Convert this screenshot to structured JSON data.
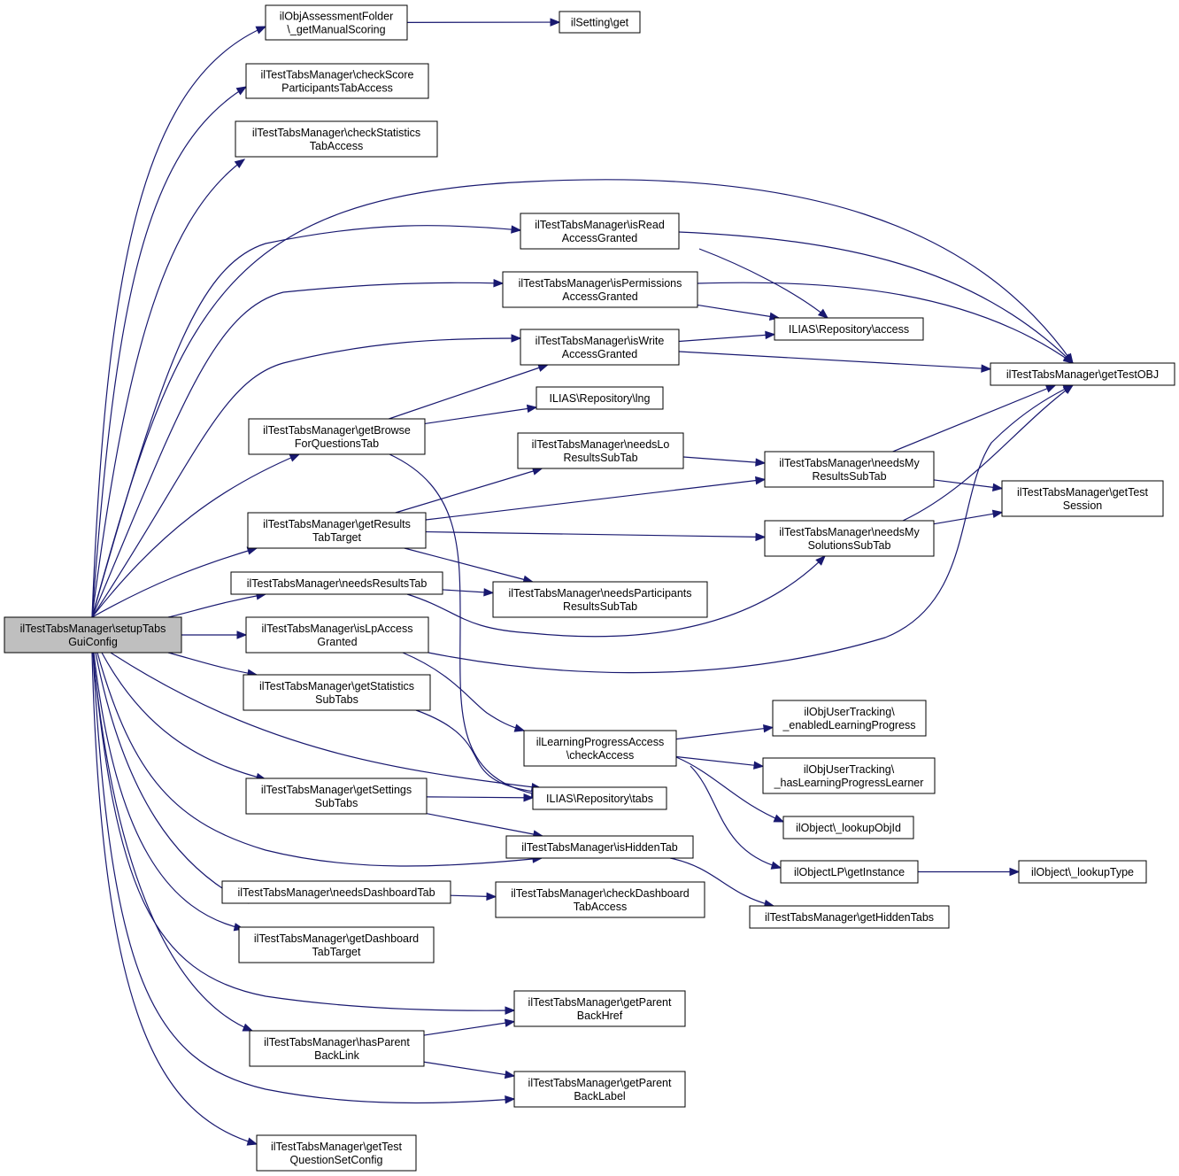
{
  "colors": {
    "edge": "#191970",
    "root_fill": "#bfbfbf",
    "node_fill": "#ffffff",
    "border": "#000000"
  },
  "nodes": [
    {
      "id": "root",
      "lines": [
        "ilTestTabsManager\\setupTabs",
        "GuiConfig"
      ],
      "root": true
    },
    {
      "id": "n_manualScoring",
      "lines": [
        "ilObjAssessmentFolder",
        "\\_getManualScoring"
      ]
    },
    {
      "id": "n_settingGet",
      "lines": [
        "ilSetting\\get"
      ]
    },
    {
      "id": "n_checkScore",
      "lines": [
        "ilTestTabsManager\\checkScore",
        "ParticipantsTabAccess"
      ]
    },
    {
      "id": "n_checkStatistics",
      "lines": [
        "ilTestTabsManager\\checkStatistics",
        "TabAccess"
      ]
    },
    {
      "id": "n_isRead",
      "lines": [
        "ilTestTabsManager\\isRead",
        "AccessGranted"
      ]
    },
    {
      "id": "n_isPermissions",
      "lines": [
        "ilTestTabsManager\\isPermissions",
        "AccessGranted"
      ]
    },
    {
      "id": "n_access",
      "lines": [
        "ILIAS\\Repository\\access"
      ]
    },
    {
      "id": "n_isWrite",
      "lines": [
        "ilTestTabsManager\\isWrite",
        "AccessGranted"
      ]
    },
    {
      "id": "n_getTestOBJ",
      "lines": [
        "ilTestTabsManager\\getTestOBJ"
      ]
    },
    {
      "id": "n_lng",
      "lines": [
        "ILIAS\\Repository\\lng"
      ]
    },
    {
      "id": "n_getBrowse",
      "lines": [
        "ilTestTabsManager\\getBrowse",
        "ForQuestionsTab"
      ]
    },
    {
      "id": "n_needsLo",
      "lines": [
        "ilTestTabsManager\\needsLo",
        "ResultsSubTab"
      ]
    },
    {
      "id": "n_needsMyResults",
      "lines": [
        "ilTestTabsManager\\needsMy",
        "ResultsSubTab"
      ]
    },
    {
      "id": "n_getTestSession",
      "lines": [
        "ilTestTabsManager\\getTest",
        "Session"
      ]
    },
    {
      "id": "n_getResults",
      "lines": [
        "ilTestTabsManager\\getResults",
        "TabTarget"
      ]
    },
    {
      "id": "n_needsMySolutions",
      "lines": [
        "ilTestTabsManager\\needsMy",
        "SolutionsSubTab"
      ]
    },
    {
      "id": "n_needsResultsTab",
      "lines": [
        "ilTestTabsManager\\needsResultsTab"
      ]
    },
    {
      "id": "n_needsParticipants",
      "lines": [
        "ilTestTabsManager\\needsParticipants",
        "ResultsSubTab"
      ]
    },
    {
      "id": "n_isLp",
      "lines": [
        "ilTestTabsManager\\isLpAccess",
        "Granted"
      ]
    },
    {
      "id": "n_getStatistics",
      "lines": [
        "ilTestTabsManager\\getStatistics",
        "SubTabs"
      ]
    },
    {
      "id": "n_enabledLP",
      "lines": [
        "ilObjUserTracking\\",
        "_enabledLearningProgress"
      ]
    },
    {
      "id": "n_checkAccess",
      "lines": [
        "ilLearningProgressAccess",
        "\\checkAccess"
      ]
    },
    {
      "id": "n_hasLPLearner",
      "lines": [
        "ilObjUserTracking\\",
        "_hasLearningProgressLearner"
      ]
    },
    {
      "id": "n_getSettings",
      "lines": [
        "ilTestTabsManager\\getSettings",
        "SubTabs"
      ]
    },
    {
      "id": "n_tabs",
      "lines": [
        "ILIAS\\Repository\\tabs"
      ]
    },
    {
      "id": "n_lookupObjId",
      "lines": [
        "ilObject\\_lookupObjId"
      ]
    },
    {
      "id": "n_isHidden",
      "lines": [
        "ilTestTabsManager\\isHiddenTab"
      ]
    },
    {
      "id": "n_getInstance",
      "lines": [
        "ilObjectLP\\getInstance"
      ]
    },
    {
      "id": "n_lookupType",
      "lines": [
        "ilObject\\_lookupType"
      ]
    },
    {
      "id": "n_needsDashboard",
      "lines": [
        "ilTestTabsManager\\needsDashboardTab"
      ]
    },
    {
      "id": "n_checkDashboard",
      "lines": [
        "ilTestTabsManager\\checkDashboard",
        "TabAccess"
      ]
    },
    {
      "id": "n_getHiddenTabs",
      "lines": [
        "ilTestTabsManager\\getHiddenTabs"
      ]
    },
    {
      "id": "n_getDashboard",
      "lines": [
        "ilTestTabsManager\\getDashboard",
        "TabTarget"
      ]
    },
    {
      "id": "n_getParentHref",
      "lines": [
        "ilTestTabsManager\\getParent",
        "BackHref"
      ]
    },
    {
      "id": "n_hasParent",
      "lines": [
        "ilTestTabsManager\\hasParent",
        "BackLink"
      ]
    },
    {
      "id": "n_getParentLabel",
      "lines": [
        "ilTestTabsManager\\getParent",
        "BackLabel"
      ]
    },
    {
      "id": "n_getTestQuestionSet",
      "lines": [
        "ilTestTabsManager\\getTest",
        "QuestionSetConfig"
      ]
    }
  ],
  "edges": [
    [
      "root",
      "n_manualScoring"
    ],
    [
      "root",
      "n_checkScore"
    ],
    [
      "root",
      "n_checkStatistics"
    ],
    [
      "root",
      "n_getTestOBJ"
    ],
    [
      "root",
      "n_isRead"
    ],
    [
      "root",
      "n_isPermissions"
    ],
    [
      "root",
      "n_isWrite"
    ],
    [
      "root",
      "n_getBrowse"
    ],
    [
      "root",
      "n_getResults"
    ],
    [
      "root",
      "n_needsResultsTab"
    ],
    [
      "root",
      "n_isLp"
    ],
    [
      "root",
      "n_getStatistics"
    ],
    [
      "root",
      "n_tabs"
    ],
    [
      "root",
      "n_getSettings"
    ],
    [
      "root",
      "n_isHidden"
    ],
    [
      "root",
      "n_needsDashboard"
    ],
    [
      "root",
      "n_getDashboard"
    ],
    [
      "root",
      "n_getParentHref"
    ],
    [
      "root",
      "n_hasParent"
    ],
    [
      "root",
      "n_getParentLabel"
    ],
    [
      "root",
      "n_getTestQuestionSet"
    ],
    [
      "n_manualScoring",
      "n_settingGet"
    ],
    [
      "n_isRead",
      "n_getTestOBJ"
    ],
    [
      "n_isRead",
      "n_access"
    ],
    [
      "n_isPermissions",
      "n_getTestOBJ"
    ],
    [
      "n_isPermissions",
      "n_access"
    ],
    [
      "n_isWrite",
      "n_access"
    ],
    [
      "n_isWrite",
      "n_getTestOBJ"
    ],
    [
      "n_getBrowse",
      "n_isWrite"
    ],
    [
      "n_getBrowse",
      "n_lng"
    ],
    [
      "n_getBrowse",
      "n_tabs"
    ],
    [
      "n_getResults",
      "n_needsLo"
    ],
    [
      "n_getResults",
      "n_needsMyResults"
    ],
    [
      "n_getResults",
      "n_needsMySolutions"
    ],
    [
      "n_getResults",
      "n_needsParticipants"
    ],
    [
      "n_needsLo",
      "n_needsMyResults"
    ],
    [
      "n_needsMyResults",
      "n_getTestOBJ"
    ],
    [
      "n_needsMyResults",
      "n_getTestSession"
    ],
    [
      "n_needsMySolutions",
      "n_getTestOBJ"
    ],
    [
      "n_needsMySolutions",
      "n_getTestSession"
    ],
    [
      "n_needsResultsTab",
      "n_needsParticipants"
    ],
    [
      "n_needsResultsTab",
      "n_needsMySolutions"
    ],
    [
      "n_isLp",
      "n_getTestOBJ"
    ],
    [
      "n_isLp",
      "n_checkAccess"
    ],
    [
      "n_getStatistics",
      "n_tabs"
    ],
    [
      "n_checkAccess",
      "n_enabledLP"
    ],
    [
      "n_checkAccess",
      "n_hasLPLearner"
    ],
    [
      "n_checkAccess",
      "n_lookupObjId"
    ],
    [
      "n_checkAccess",
      "n_getInstance"
    ],
    [
      "n_getSettings",
      "n_tabs"
    ],
    [
      "n_getSettings",
      "n_isHidden"
    ],
    [
      "n_isHidden",
      "n_getHiddenTabs"
    ],
    [
      "n_getInstance",
      "n_lookupType"
    ],
    [
      "n_needsDashboard",
      "n_checkDashboard"
    ],
    [
      "n_hasParent",
      "n_getParentHref"
    ],
    [
      "n_hasParent",
      "n_getParentLabel"
    ]
  ]
}
